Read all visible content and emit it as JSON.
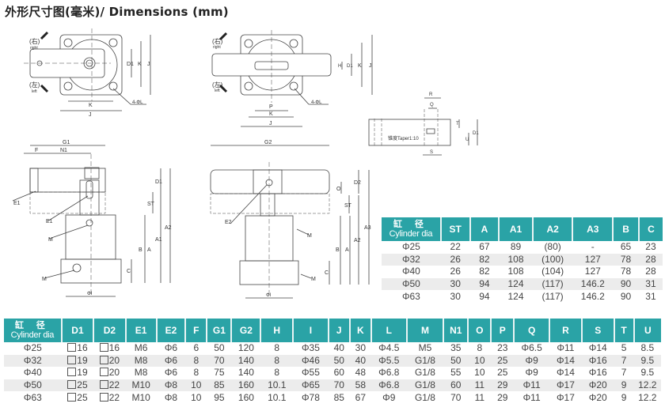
{
  "page": {
    "title": "外形尺寸图(毫米)/ Dimensions (mm)"
  },
  "drawings": {
    "top_view_left": {
      "right_label_cn": "(右)",
      "right_label_en": "right",
      "left_label_cn": "(左)",
      "left_label_en": "left",
      "dims": [
        "D1",
        "K",
        "J",
        "K",
        "J",
        "4-ΦL"
      ]
    },
    "top_view_right": {
      "right_label_cn": "(右)",
      "right_label_en": "right",
      "left_label_cn": "(左)",
      "left_label_en": "left",
      "dims": [
        "H",
        "D1",
        "K",
        "J",
        "P",
        "K",
        "J",
        "4-ΦL"
      ]
    },
    "detail_view": {
      "taper_label": "锥度Taper1:10",
      "dims": [
        "R",
        "Q",
        "T",
        "U",
        "D1",
        "S"
      ]
    },
    "side_view_left": {
      "dims": [
        "G1",
        "F",
        "N1",
        "D1",
        "ST",
        "A2",
        "A1",
        "A",
        "B",
        "C",
        "E1",
        "E1",
        "M",
        "M",
        "ΦI"
      ]
    },
    "side_view_right": {
      "dims": [
        "G2",
        "D2",
        "O",
        "ST",
        "A3",
        "A2",
        "A",
        "B",
        "C",
        "E2",
        "M",
        "M",
        "ΦI"
      ]
    }
  },
  "table_top": {
    "header_cn": "缸  径",
    "header_en": "Cylinder dia",
    "columns": [
      "ST",
      "A",
      "A1",
      "A2",
      "A3",
      "B",
      "C"
    ],
    "rows": [
      {
        "dia": "Φ25",
        "values": [
          "22",
          "67",
          "89",
          "(80)",
          "-",
          "65",
          "23"
        ]
      },
      {
        "dia": "Φ32",
        "values": [
          "26",
          "82",
          "108",
          "(100)",
          "127",
          "78",
          "28"
        ]
      },
      {
        "dia": "Φ40",
        "values": [
          "26",
          "82",
          "108",
          "(104)",
          "127",
          "78",
          "28"
        ]
      },
      {
        "dia": "Φ50",
        "values": [
          "30",
          "94",
          "124",
          "(117)",
          "146.2",
          "90",
          "31"
        ]
      },
      {
        "dia": "Φ63",
        "values": [
          "30",
          "94",
          "124",
          "(117)",
          "146.2",
          "90",
          "31"
        ]
      }
    ]
  },
  "table_bottom": {
    "header_cn": "缸  径",
    "header_en": "Cylinder dia",
    "columns": [
      "D1",
      "D2",
      "E1",
      "E2",
      "F",
      "G1",
      "G2",
      "H",
      "I",
      "J",
      "K",
      "L",
      "M",
      "N1",
      "O",
      "P",
      "Q",
      "R",
      "S",
      "T",
      "U"
    ],
    "rows": [
      {
        "dia": "Φ25",
        "values": [
          "16",
          "16",
          "M6",
          "Φ6",
          "6",
          "50",
          "120",
          "8",
          "Φ35",
          "40",
          "30",
          "Φ4.5",
          "M5",
          "35",
          "8",
          "23",
          "Φ6.5",
          "Φ11",
          "Φ14",
          "5",
          "8.5"
        ]
      },
      {
        "dia": "Φ32",
        "values": [
          "19",
          "20",
          "M8",
          "Φ6",
          "8",
          "70",
          "140",
          "8",
          "Φ46",
          "50",
          "40",
          "Φ5.5",
          "G1/8",
          "50",
          "10",
          "25",
          "Φ9",
          "Φ14",
          "Φ16",
          "7",
          "9.5"
        ]
      },
      {
        "dia": "Φ40",
        "values": [
          "19",
          "20",
          "M8",
          "Φ6",
          "8",
          "75",
          "140",
          "8",
          "Φ55",
          "60",
          "48",
          "Φ6.8",
          "G1/8",
          "55",
          "10",
          "25",
          "Φ9",
          "Φ14",
          "Φ16",
          "7",
          "9.5"
        ]
      },
      {
        "dia": "Φ50",
        "values": [
          "25",
          "22",
          "M10",
          "Φ8",
          "10",
          "85",
          "160",
          "10.1",
          "Φ65",
          "70",
          "58",
          "Φ6.8",
          "G1/8",
          "60",
          "11",
          "29",
          "Φ11",
          "Φ17",
          "Φ20",
          "9",
          "12.2"
        ]
      },
      {
        "dia": "Φ63",
        "values": [
          "25",
          "22",
          "M10",
          "Φ8",
          "10",
          "95",
          "160",
          "10.1",
          "Φ78",
          "85",
          "67",
          "Φ9",
          "G1/8",
          "70",
          "11",
          "29",
          "Φ11",
          "Φ17",
          "Φ20",
          "9",
          "12.2"
        ]
      }
    ],
    "square_prefix_columns": [
      "D1",
      "D2"
    ]
  },
  "colors": {
    "header_bg": "#2aa3a6",
    "header_text": "#ffffff",
    "alt_row_bg": "#ececec",
    "line": "#444444"
  }
}
